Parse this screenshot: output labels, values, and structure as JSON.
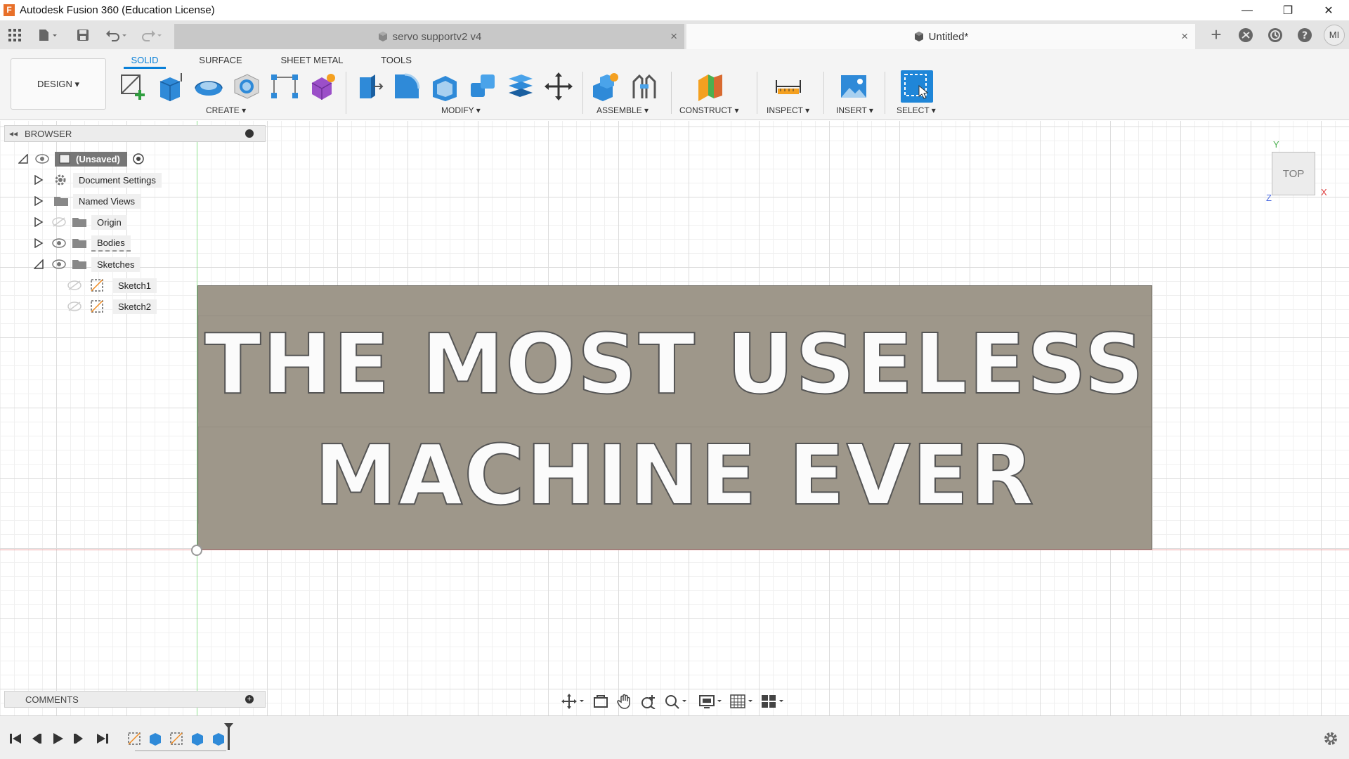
{
  "window": {
    "title": "Autodesk Fusion 360 (Education License)",
    "app_icon_letter": "F",
    "minimize_glyph": "—",
    "restore_glyph": "❐",
    "close_glyph": "✕"
  },
  "tabs": {
    "inactive": {
      "label": "servo supportv2 v4",
      "close": "×"
    },
    "active": {
      "label": "Untitled*",
      "close": "×"
    },
    "new_tab": "+",
    "user_initials": "MI"
  },
  "ribbon": {
    "workspace": "DESIGN ▾",
    "tabs": [
      "SOLID",
      "SURFACE",
      "SHEET METAL",
      "TOOLS"
    ],
    "active_tab": "SOLID",
    "groups": {
      "create": "CREATE ▾",
      "modify": "MODIFY ▾",
      "assemble": "ASSEMBLE ▾",
      "construct": "CONSTRUCT ▾",
      "inspect": "INSPECT ▾",
      "insert": "INSERT ▾",
      "select": "SELECT ▾"
    }
  },
  "browser": {
    "title": "BROWSER",
    "root": "(Unsaved)",
    "items": [
      "Document Settings",
      "Named Views",
      "Origin",
      "Bodies",
      "Sketches"
    ],
    "sketches": [
      "Sketch1",
      "Sketch2"
    ]
  },
  "canvas": {
    "text_line1": "THE MOST USELESS",
    "text_line2": "MACHINE EVER",
    "viewcube_face": "TOP",
    "axis_y": "Y",
    "axis_x": "X",
    "axis_z": "Z",
    "colors": {
      "plate": "#9e978a",
      "x_axis": "#f0a0a0",
      "y_axis": "#8ce08c"
    }
  },
  "comments": {
    "title": "COMMENTS"
  },
  "accent_color": "#0a80d8"
}
